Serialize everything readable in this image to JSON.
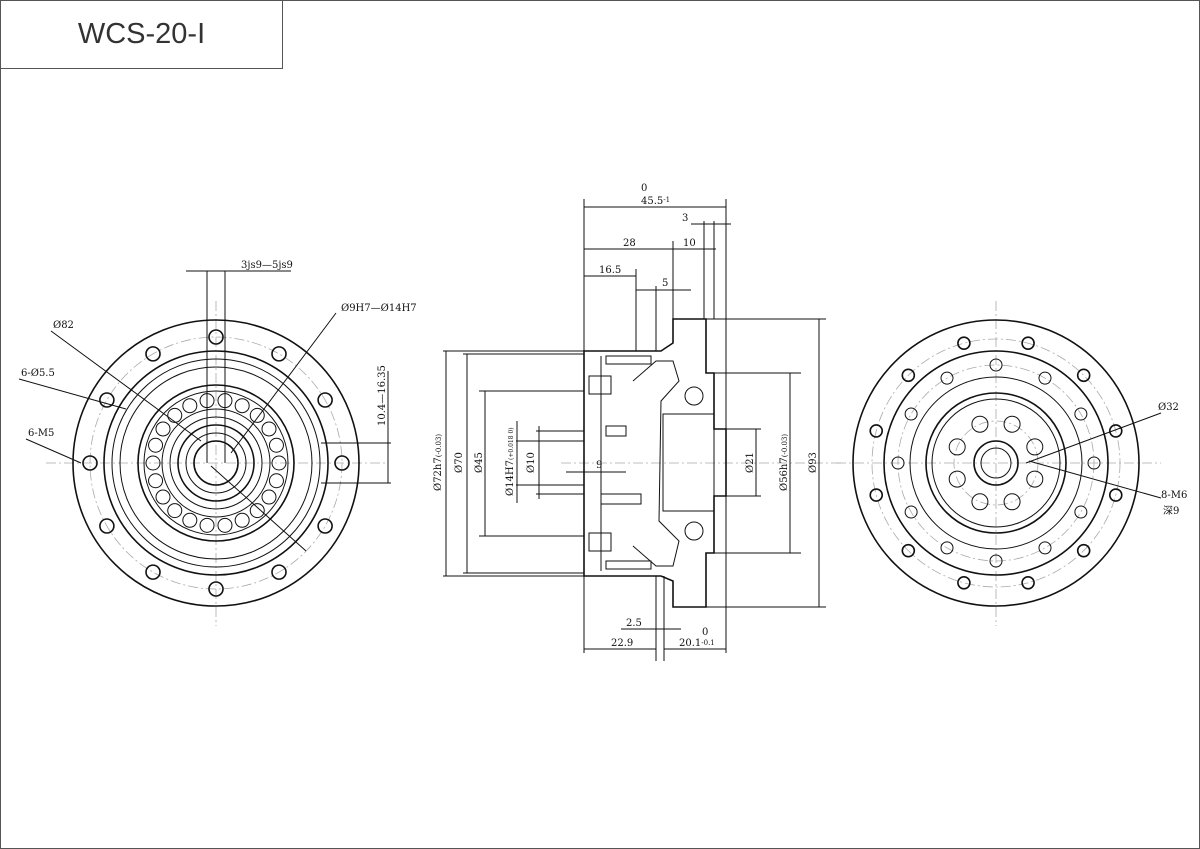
{
  "title": "WCS-20-I",
  "front_view": {
    "keyway": "3js9—5js9",
    "bore": "Ø9H7—Ø14H7",
    "pcd": "Ø82",
    "mount_holes": "6-Ø5.5",
    "tapped_holes": "6-M5",
    "key_height": "10.4—16.35"
  },
  "side_view": {
    "overall_length": "45.5",
    "overall_length_tol": "-1",
    "overall_length_tol_upper": "0",
    "d3": "3",
    "d28": "28",
    "d10": "10",
    "d16_5": "16.5",
    "d5": "5",
    "d2_5": "2.5",
    "d22_9": "22.9",
    "d20_1": "20.1",
    "d20_1_tol": "-0.1",
    "d20_1_tol_upper": "0",
    "d9": "9",
    "pilot": "Ø72h7",
    "pilot_tol": "(-0.03)",
    "d70": "Ø70",
    "d45": "Ø45",
    "input_bore": "Ø14H7",
    "input_bore_tol": "(+0.018 0)",
    "d10_dia": "Ø10",
    "output_shaft": "Ø21",
    "output_pilot": "Ø56h7",
    "output_pilot_tol": "(-0.03)",
    "d93": "Ø93"
  },
  "rear_view": {
    "d32": "Ø32",
    "thread": "8-M6",
    "depth": "深9"
  }
}
